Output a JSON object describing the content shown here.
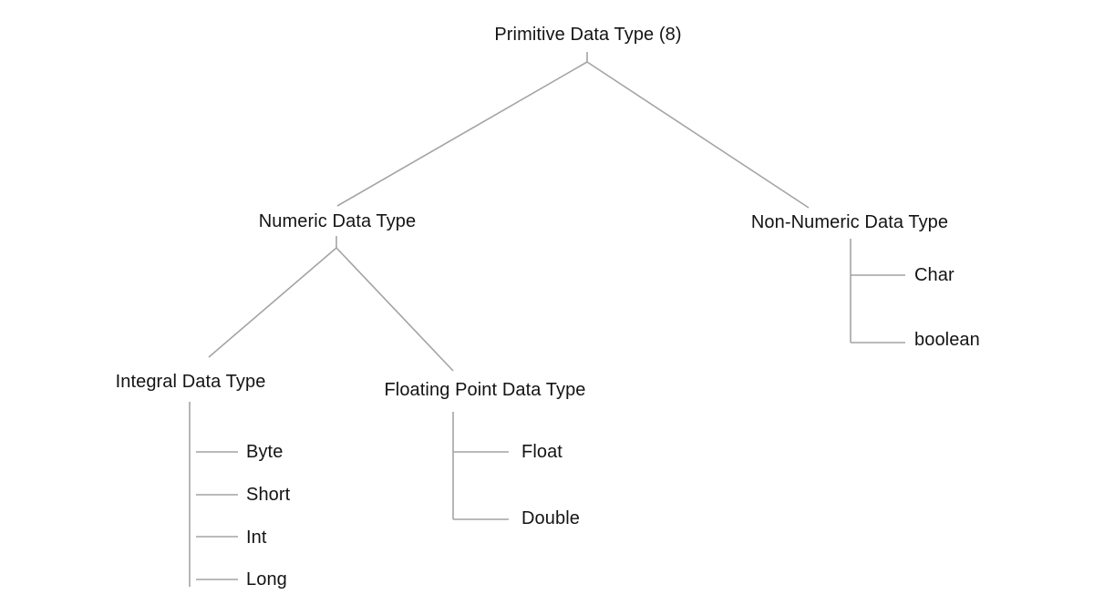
{
  "diagram": {
    "kind": "tree",
    "tree": {
      "label": "Primitive Data Type (8)",
      "children": [
        {
          "label": "Numeric Data Type",
          "children": [
            {
              "label": "Integral Data Type",
              "children": [
                {
                  "label": "Byte"
                },
                {
                  "label": "Short"
                },
                {
                  "label": "Int"
                },
                {
                  "label": "Long"
                }
              ]
            },
            {
              "label": "Floating Point Data Type",
              "children": [
                {
                  "label": "Float"
                },
                {
                  "label": "Double"
                }
              ]
            }
          ]
        },
        {
          "label": "Non-Numeric Data Type",
          "children": [
            {
              "label": "Char"
            },
            {
              "label": "boolean"
            }
          ]
        }
      ]
    },
    "colors": {
      "line": "#a4a4a4",
      "text": "#141414",
      "background": "#ffffff"
    }
  }
}
